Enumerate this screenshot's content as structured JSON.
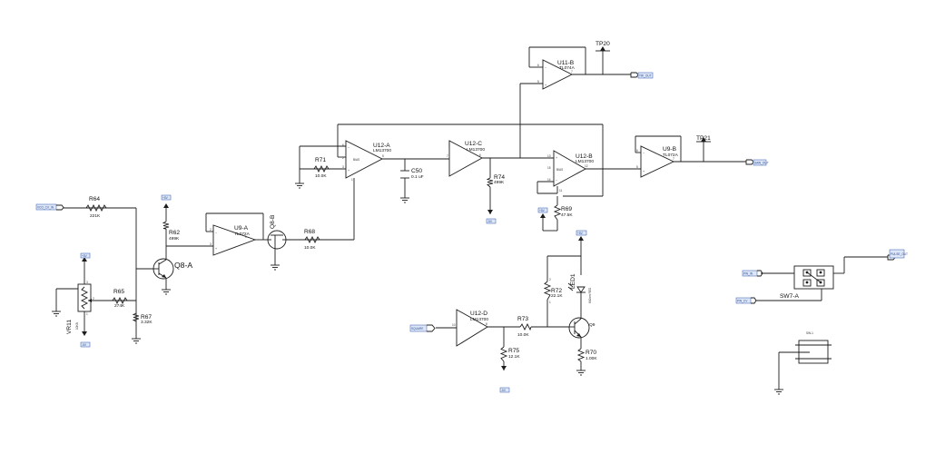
{
  "opamps": [
    {
      "ref": "U11-B",
      "part": "TL074A"
    },
    {
      "ref": "U12-A",
      "part": "LM13700"
    },
    {
      "ref": "U12-C",
      "part": "LM13700"
    },
    {
      "ref": "U12-B",
      "part": "LM13700"
    },
    {
      "ref": "U9-B",
      "part": "TL072A"
    },
    {
      "ref": "U9-A",
      "part": "TL072A"
    },
    {
      "ref": "U12-D",
      "part": "LM13700"
    }
  ],
  "resistors": [
    {
      "ref": "R64",
      "value": "221K"
    },
    {
      "ref": "R62",
      "value": "499K"
    },
    {
      "ref": "R65",
      "value": "274K"
    },
    {
      "ref": "R67",
      "value": "3.32K"
    },
    {
      "ref": "R68",
      "value": "10.0K"
    },
    {
      "ref": "R71",
      "value": "10.0K"
    },
    {
      "ref": "R74",
      "value": "499K"
    },
    {
      "ref": "R69",
      "value": "47.5K"
    },
    {
      "ref": "R72",
      "value": "22.1K"
    },
    {
      "ref": "R73",
      "value": "10.0K"
    },
    {
      "ref": "R75",
      "value": "12.1K"
    },
    {
      "ref": "R70",
      "value": "1.00K"
    }
  ],
  "capacitor": {
    "ref": "C50",
    "value": "0.1 uF"
  },
  "pot": {
    "ref": "VR11",
    "value": "10KB"
  },
  "transistors": {
    "q8a": "Q8-A",
    "q8b": "Q8-B",
    "q9": "Q9"
  },
  "led": {
    "ref": "LED1",
    "value": "640nm RED"
  },
  "switch": {
    "ref": "SW7-A",
    "part": "SW-1"
  },
  "testpoints": {
    "tp20": "TP20",
    "tp21": "TP21"
  },
  "bias": "BIAS",
  "pins": {
    "u12a": [
      "6",
      "2",
      "3",
      "5",
      "1",
      "7"
    ],
    "u12c": [
      "6",
      "7"
    ],
    "u12b": [
      "13",
      "15",
      "14",
      "12",
      "11",
      "8"
    ],
    "u11b": [
      "6",
      "5",
      "7"
    ],
    "u9b": [
      "6",
      "5",
      "7"
    ],
    "u9a": [
      "2",
      "3",
      "1"
    ],
    "u12d": [
      "10",
      "8"
    ],
    "vr11": [
      "3",
      "1",
      "2"
    ],
    "r72": [
      "2",
      "1"
    ]
  },
  "net_tags": {
    "in_left": "VCO_CV_IN",
    "v_top": "+5V",
    "v_pot_top": "+5V",
    "v_pot_bot": "-5V",
    "v_u12c": "-5V",
    "v_r69": "+5V",
    "v_top_right": "+5V",
    "v_r75": "-5V",
    "in_mid": "SQUARE",
    "out_u11": "TRI_OUT",
    "out_u9b": "SAW_OUT",
    "sw_top": "PULSE_OUT",
    "sw_in1": "PW_IN",
    "sw_in2": "PW_CV"
  },
  "colors": {
    "wire": "#1c1c1c",
    "tag_fill": "#dde7f7",
    "tag_stroke": "#4c6fb8"
  }
}
